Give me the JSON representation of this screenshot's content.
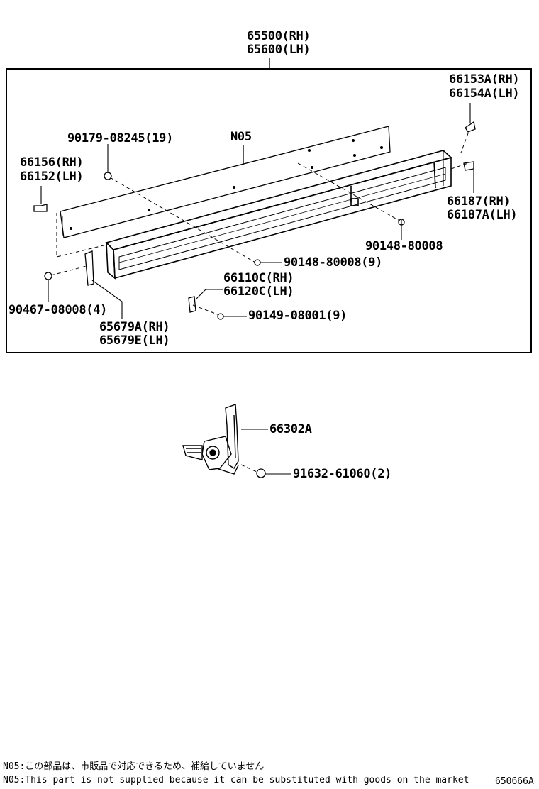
{
  "labels": {
    "assembly_rh": "65500(RH)",
    "assembly_lh": "65600(LH)",
    "n05": "N05",
    "bolt_90179": "90179-08245(19)",
    "bracket_66156": "66156(RH)",
    "bracket_66152": "66152(LH)",
    "bracket_66153a": "66153A(RH)",
    "bracket_66154a": "66154A(LH)",
    "bracket_66187": "66187(RH)",
    "bracket_66187a": "66187A(LH)",
    "screw_90148_a": "90148-80008",
    "screw_90148_b": "90148-80008(9)",
    "bracket_66110c": "66110C(RH)",
    "bracket_66120c": "66120C(LH)",
    "screw_90149": "90149-08001(9)",
    "nut_90467": "90467-08008(4)",
    "bracket_65679a": "65679A(RH)",
    "bracket_65679e": "65679E(LH)",
    "lock_66302a": "66302A",
    "bolt_91632": "91632-61060(2)"
  },
  "notes": {
    "jp": "N05:この部品は、市販品で対応できるため、補給していません",
    "en": "N05:This part is not supplied because it can be substituted with goods on the market"
  },
  "figure_code": "650666A"
}
